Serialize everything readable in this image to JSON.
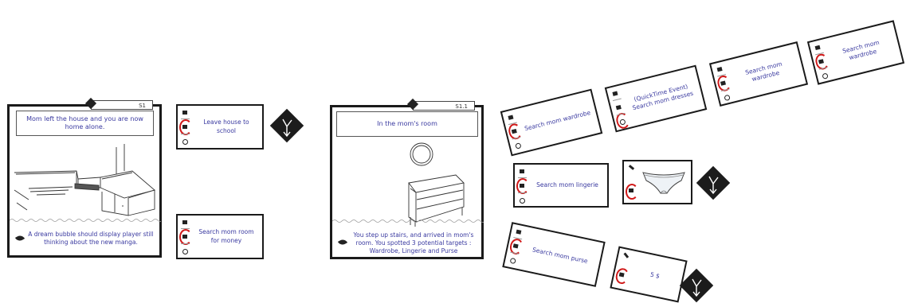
{
  "story_cards": [
    {
      "id": "S1",
      "header": "Mom left the house and you are now home alone.",
      "footer": "A dream bubble should display player still thinking about the new manga."
    },
    {
      "id": "S1.1",
      "header": "In the mom's room",
      "footer": "You step up stairs, and arrived in mom's room. You spotted 3 potential targets : Wardrobe, Lingerie and Purse"
    }
  ],
  "choices": {
    "leave_house": "Leave house to school",
    "search_money": "Search mom room for money",
    "wardrobe_1": "Search mom wardrobe",
    "quicktime": "(QuickTime Event)\nSearch mom dresses",
    "wardrobe_2": "Search mom wardrobe",
    "wardrobe_3": "Search mom wardrobe",
    "lingerie": "Search mom lingerie",
    "purse": "Search mom purse",
    "money_amount": "5 $"
  },
  "colors": {
    "text": "#3a3aa0",
    "highlight": "#d01818",
    "ink": "#1a1a1a"
  }
}
